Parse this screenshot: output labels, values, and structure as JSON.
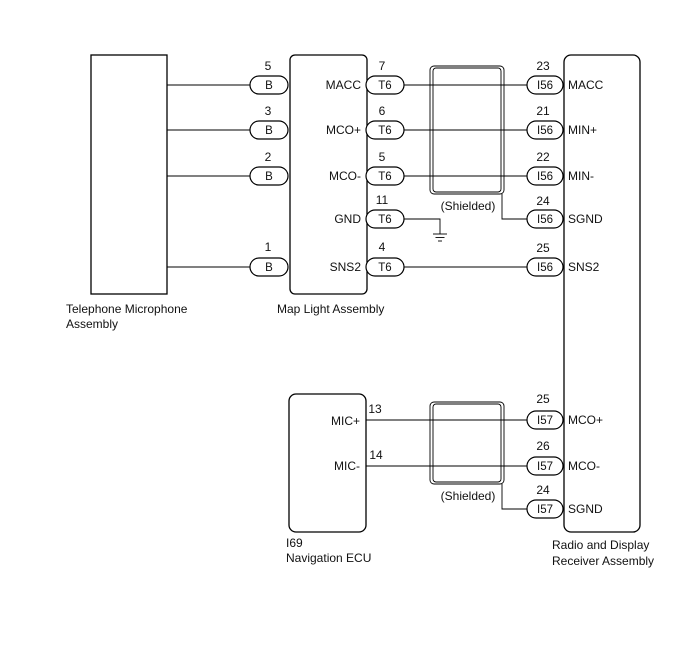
{
  "components": {
    "telephone_microphone": {
      "name_line1": "Telephone Microphone",
      "name_line2": "Assembly"
    },
    "map_light": {
      "name": "Map Light Assembly"
    },
    "navigation_ecu": {
      "code": "I69",
      "name": "Navigation ECU"
    },
    "radio_receiver": {
      "name_line1": "Radio and Display",
      "name_line2": "Receiver Assembly"
    }
  },
  "shield_label": "(Shielded)",
  "tel_to_map": [
    {
      "from_pin": "5",
      "connector": "B"
    },
    {
      "from_pin": "3",
      "connector": "B"
    },
    {
      "from_pin": "2",
      "connector": "B"
    },
    {
      "from_pin": "1",
      "connector": "B"
    }
  ],
  "map_terminals": [
    {
      "name": "MACC",
      "pin": "7",
      "connector": "T6"
    },
    {
      "name": "MCO+",
      "pin": "6",
      "connector": "T6"
    },
    {
      "name": "MCO-",
      "pin": "5",
      "connector": "T6"
    },
    {
      "name": "GND",
      "pin": "11",
      "connector": "T6"
    },
    {
      "name": "SNS2",
      "pin": "4",
      "connector": "T6"
    }
  ],
  "radio_terminals_upper": [
    {
      "name": "MACC",
      "pin": "23",
      "connector": "I56"
    },
    {
      "name": "MIN+",
      "pin": "21",
      "connector": "I56"
    },
    {
      "name": "MIN-",
      "pin": "22",
      "connector": "I56"
    },
    {
      "name": "SGND",
      "pin": "24",
      "connector": "I56"
    },
    {
      "name": "SNS2",
      "pin": "25",
      "connector": "I56"
    }
  ],
  "nav_terminals": [
    {
      "name": "MIC+",
      "pin": "13"
    },
    {
      "name": "MIC-",
      "pin": "14"
    }
  ],
  "radio_terminals_lower": [
    {
      "name": "MCO+",
      "pin": "25",
      "connector": "I57"
    },
    {
      "name": "MCO-",
      "pin": "26",
      "connector": "I57"
    },
    {
      "name": "SGND",
      "pin": "24",
      "connector": "I57"
    }
  ]
}
